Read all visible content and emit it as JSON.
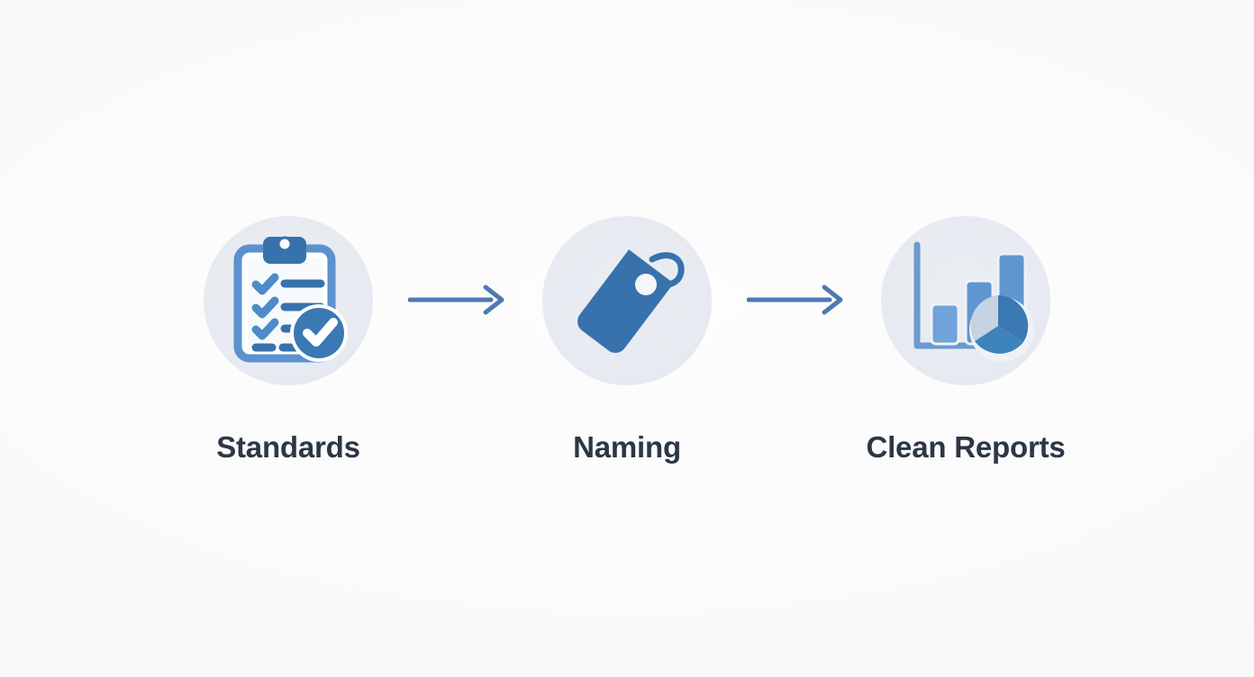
{
  "background_color": "#fafafa",
  "theme": {
    "circle_fill": "#e7ebf1",
    "icon_dark_blue": "#32689f",
    "icon_mid_blue": "#3f7cb8",
    "icon_light_blue": "#6fa3d9",
    "icon_pale_blue": "#c6d3e2",
    "label_color": "#2c3645",
    "arrow_color": "#4f7ab0"
  },
  "flow": {
    "steps": [
      {
        "id": "standards",
        "label": "Standards",
        "icon": "clipboard-checklist-icon",
        "icon_parts": [
          "clipboard",
          "checklist-lines",
          "check-marks",
          "check-badge"
        ]
      },
      {
        "id": "naming",
        "label": "Naming",
        "icon": "price-tag-icon",
        "icon_parts": [
          "tag-body",
          "tag-hole",
          "tag-string"
        ]
      },
      {
        "id": "clean-reports",
        "label": "Clean Reports",
        "icon": "bar-pie-chart-icon",
        "icon_parts": [
          "axis",
          "bar-1",
          "bar-2",
          "bar-3",
          "pie-chart"
        ]
      }
    ],
    "connectors": [
      {
        "id": "arrow-1",
        "icon": "arrow-right-icon",
        "from": "standards",
        "to": "naming"
      },
      {
        "id": "arrow-2",
        "icon": "arrow-right-icon",
        "from": "naming",
        "to": "clean-reports"
      }
    ]
  }
}
